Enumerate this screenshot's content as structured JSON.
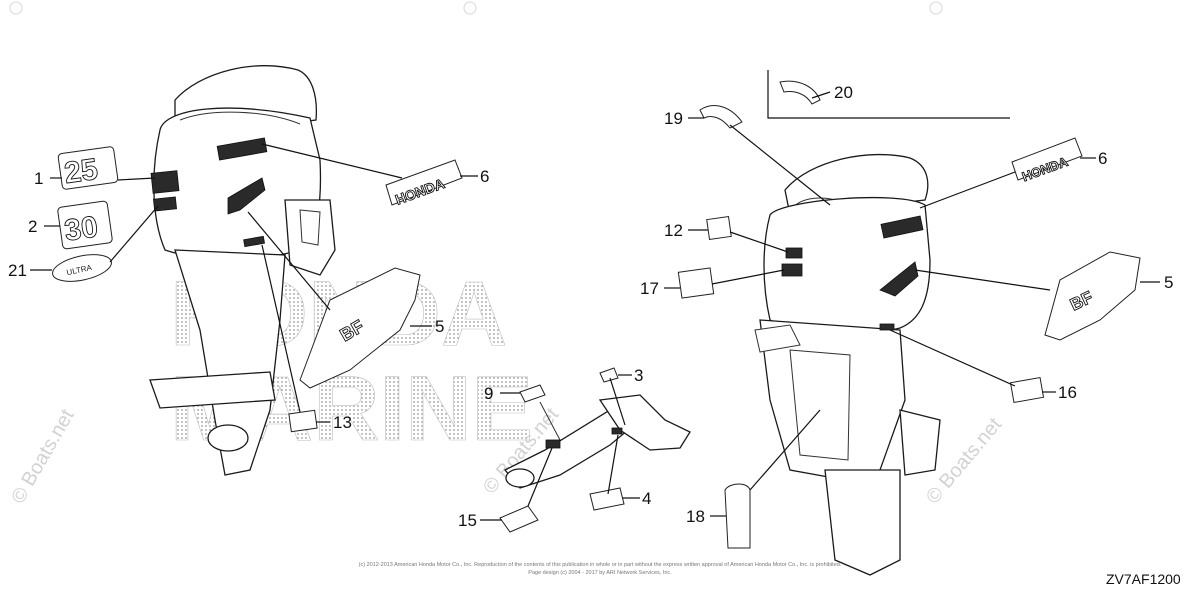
{
  "watermark": {
    "site": "© Boats.net",
    "brand_line_1": "HONDA",
    "brand_line_2": "MARINE"
  },
  "callouts": {
    "c1": "1",
    "c2": "2",
    "c3": "3",
    "c4": "4",
    "c5a": "5",
    "c5b": "5",
    "c6a": "6",
    "c6b": "6",
    "c9": "9",
    "c12": "12",
    "c13": "13",
    "c15": "15",
    "c16": "16",
    "c17": "17",
    "c18": "18",
    "c19": "19",
    "c20": "20",
    "c21": "21"
  },
  "decals": {
    "num_25": "25",
    "num_30": "30",
    "honda_left": "HONDA",
    "honda_right": "HONDA",
    "bf_left": "BF",
    "bf_right": "BF",
    "ultra_badge": "ULTRA"
  },
  "footer": {
    "copyright_line": "(c) 2012-2013 American Honda Motor Co., Inc. Reproduction of the contents of this publication in whole or in part without the express written approval of American Honda Motor Co., Inc. is prohibited.",
    "design_line": "Page design (c) 2004 - 2017 by ARI Network Services, Inc.",
    "diagram_code": "ZV7AF1200"
  },
  "colors": {
    "line": "#111111",
    "watermark": "#d2d2d2",
    "background": "#ffffff"
  }
}
